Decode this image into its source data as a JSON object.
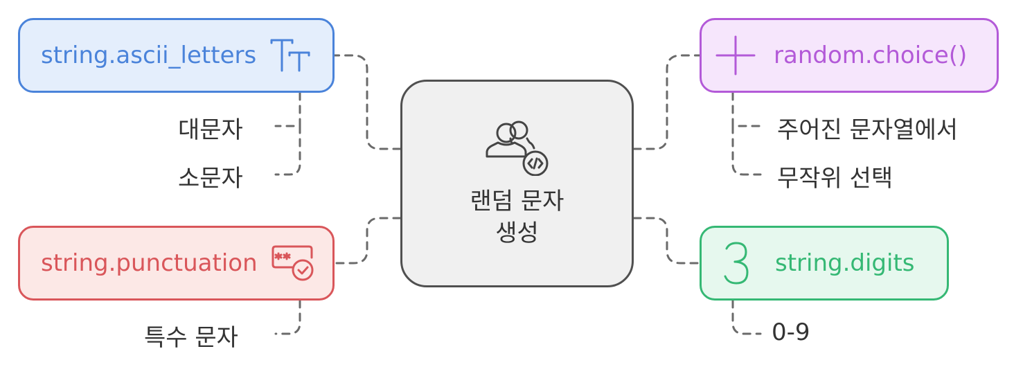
{
  "center": {
    "line1": "랜덤 문자",
    "line2": "생성",
    "icon": "users-code-icon"
  },
  "nodes": {
    "ascii_letters": {
      "label": "string.ascii_letters",
      "icon": "text-size-icon",
      "color": "#4a83da",
      "fill": "#e4eefc"
    },
    "punctuation": {
      "label": "string.punctuation",
      "icon": "password-check-icon",
      "color": "#d9565a",
      "fill": "#fce8e6"
    },
    "choice": {
      "label": "random.choice()",
      "icon": "plus-icon",
      "color": "#b35ad8",
      "fill": "#f6e6fc"
    },
    "digits": {
      "label": "string.digits",
      "icon": "number-three-icon",
      "color": "#35b874",
      "fill": "#e6f8ee"
    }
  },
  "details": {
    "upper": "대문자",
    "lower": "소문자",
    "special": "특수 문자",
    "choice_1": "주어진 문자열에서",
    "choice_2": "무작위 선택",
    "digits_range": "0-9"
  }
}
